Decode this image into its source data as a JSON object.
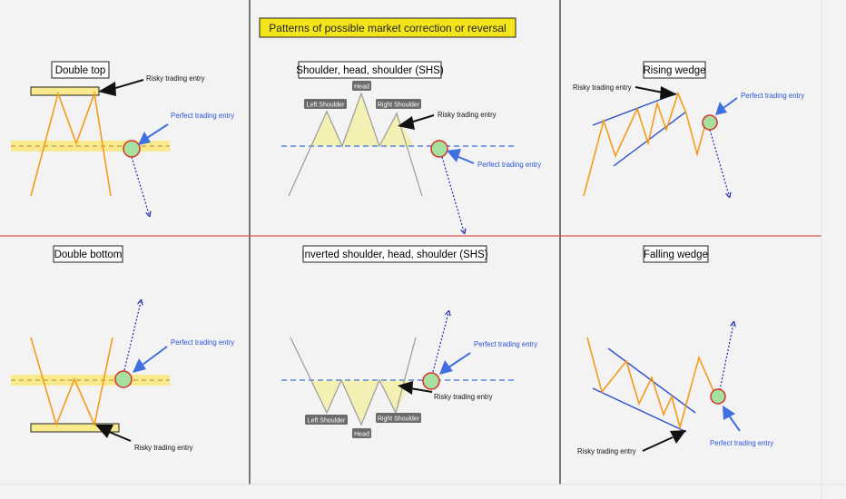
{
  "title": "Patterns of possible market correction or reversal",
  "colors": {
    "background": "#f3f3f3",
    "price": "#f59a1b",
    "divider_horizontal": "#d9534f",
    "divider_vertical": "#222222",
    "zone_fill": "#f7e98c",
    "title_fill": "#f4e51a",
    "entry_circle_fill": "#a6e0a0",
    "entry_circle_stroke": "#d93025",
    "perfect_arrow": "#3f6fe0",
    "risky_arrow": "#111111",
    "tag_fill": "#6b6b6b",
    "shs_fill": "#f4f0b4",
    "neckline": "#3a6fd8",
    "projection": "#1a2ab0"
  },
  "panels": {
    "double_top": {
      "title": "Double top",
      "risky_label": "Risky trading entry",
      "perfect_label": "Perfect trading entry"
    },
    "shs": {
      "title": "Shoulder, head, shoulder (SHS)",
      "left_tag": "Left Shoulder",
      "head_tag": "Head",
      "right_tag": "Right Shoulder",
      "risky_label": "Risky trading entry",
      "perfect_label": "Perfect trading entry"
    },
    "rising_wedge": {
      "title": "Rising wedge",
      "risky_label": "Risky trading entry",
      "perfect_label": "Perfect trading entry"
    },
    "double_bottom": {
      "title": "Double bottom",
      "risky_label": "Risky trading entry",
      "perfect_label": "Perfect trading entry"
    },
    "inv_shs": {
      "title": "Inverted  shoulder, head, shoulder (SHS)",
      "left_tag": "Left Shoulder",
      "head_tag": "Head",
      "right_tag": "Right Shoulder",
      "risky_label": "Risky trading entry",
      "perfect_label": "Perfect trading entry"
    },
    "falling_wedge": {
      "title": "Falling wedge",
      "risky_label": "Risky trading entry",
      "perfect_label": "Perfect trading entry"
    }
  }
}
